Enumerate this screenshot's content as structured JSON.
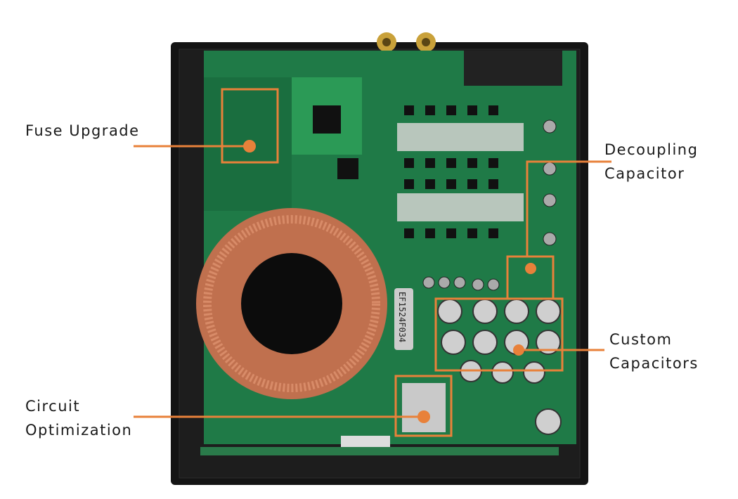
{
  "accent_color": "#e8813a",
  "callouts": [
    {
      "id": "fuse",
      "lines": [
        "Fuse Upgrade"
      ]
    },
    {
      "id": "decoupling",
      "lines": [
        "Decoupling",
        "Capacitor"
      ]
    },
    {
      "id": "custom",
      "lines": [
        "Custom",
        "Capacitors"
      ]
    },
    {
      "id": "circuit",
      "lines": [
        "Circuit",
        "Optimization"
      ]
    }
  ],
  "board_label": "EF1524F034"
}
